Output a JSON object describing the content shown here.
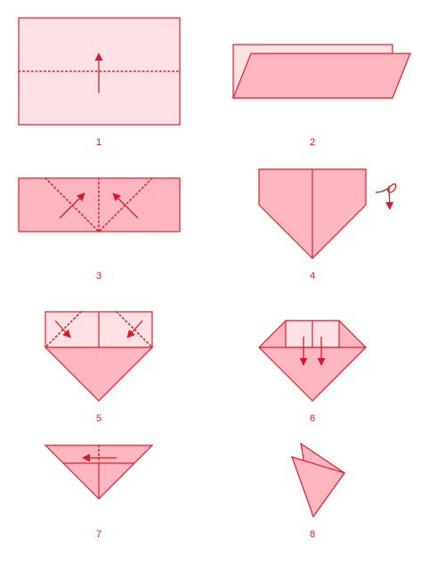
{
  "colors": {
    "stroke": "#e0202e",
    "fill": "#ffb6c1",
    "fill_light": "#ffe0e4",
    "label": "#d81b2c"
  },
  "steps": [
    {
      "label": "1"
    },
    {
      "label": "2"
    },
    {
      "label": "3"
    },
    {
      "label": "4"
    },
    {
      "label": "5"
    },
    {
      "label": "6"
    },
    {
      "label": "7"
    },
    {
      "label": "8"
    }
  ]
}
